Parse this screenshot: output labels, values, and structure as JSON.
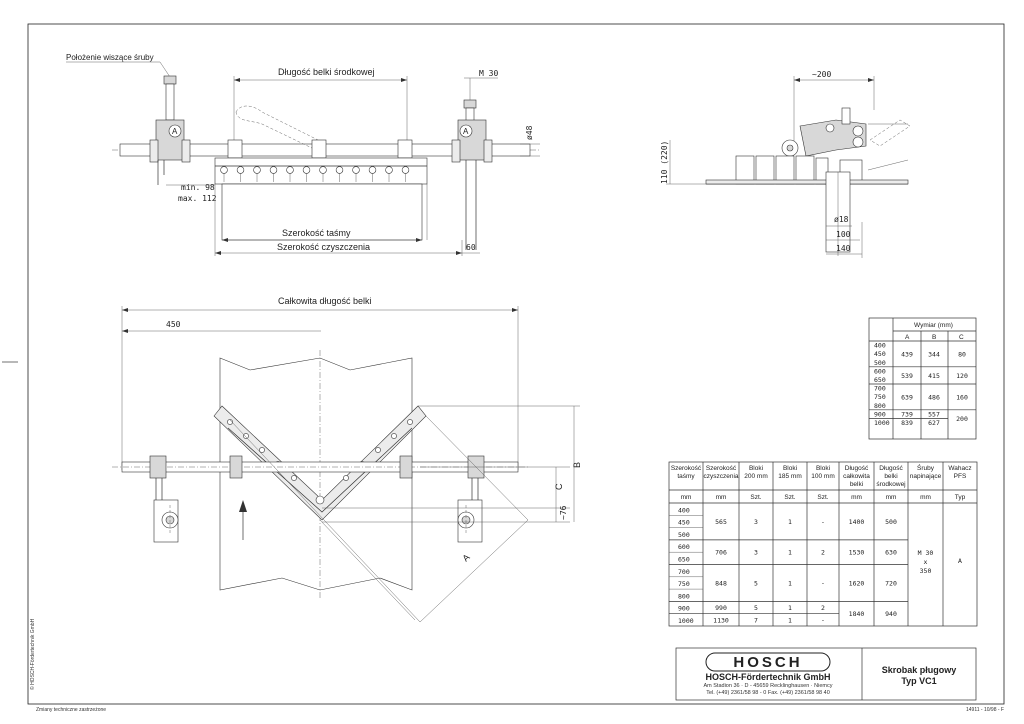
{
  "top_view": {
    "screw_position_label": "Położenie wiszące śruby",
    "center_beam_length_label": "Długość belki środkowej",
    "m30_label": "M 30",
    "diameter48_label": "ø48",
    "min_label": "min. 98",
    "max_label": "max. 112",
    "belt_width_label": "Szerokość taśmy",
    "cleaning_width_label": "Szerokość czyszczenia",
    "dim60_label": "60",
    "marker_a": "A"
  },
  "side_view": {
    "approx200_label": "~200",
    "height_label": "110 (220)",
    "diameter18_label": "ø18",
    "dim100_label": "100",
    "dim140_label": "140"
  },
  "plan_view": {
    "total_beam_length_label": "Całkowita długość belki",
    "dim450_label": "450",
    "label_a": "A",
    "label_b": "B",
    "label_c": "C",
    "dim76_label": "~76"
  },
  "dim_table": {
    "header": "Wymiar (mm)",
    "cols": [
      "A",
      "B",
      "C"
    ],
    "rows": [
      {
        "widths": [
          "400",
          "450",
          "500"
        ],
        "a": "439",
        "b": "344",
        "c": "80"
      },
      {
        "widths": [
          "600",
          "650"
        ],
        "a": "539",
        "b": "415",
        "c": "120"
      },
      {
        "widths": [
          "700",
          "750",
          "800"
        ],
        "a": "639",
        "b": "486",
        "c": "160"
      },
      {
        "widths": [
          "900"
        ],
        "a": "739",
        "b": "557",
        "c": "200"
      },
      {
        "widths": [
          "1000"
        ],
        "a": "839",
        "b": "627",
        "c": ""
      }
    ]
  },
  "main_table": {
    "headers": [
      [
        "Szerokość",
        "taśmy"
      ],
      [
        "Szerokość",
        "czyszczenia"
      ],
      [
        "Bloki",
        "200 mm"
      ],
      [
        "Bloki",
        "185 mm"
      ],
      [
        "Bloki",
        "100 mm"
      ],
      [
        "Długość",
        "całkowita",
        "belki"
      ],
      [
        "Długość",
        "belki",
        "środkowej"
      ],
      [
        "Śruby",
        "napinające"
      ],
      [
        "Wahacz",
        "PFS"
      ]
    ],
    "units": [
      "mm",
      "mm",
      "Szt.",
      "Szt.",
      "Szt.",
      "mm",
      "mm",
      "mm",
      "Typ"
    ],
    "belt_widths": [
      "400",
      "450",
      "500",
      "600",
      "650",
      "700",
      "750",
      "800",
      "900",
      "1000"
    ],
    "groups": [
      {
        "cleaning": "565",
        "b200": "3",
        "b185": "1",
        "b100": "-",
        "total": "1400",
        "center": "500"
      },
      {
        "cleaning": "706",
        "b200": "3",
        "b185": "1",
        "b100": "2",
        "total": "1530",
        "center": "630"
      },
      {
        "cleaning": "848",
        "b200": "5",
        "b185": "1",
        "b100": "-",
        "total": "1620",
        "center": "720"
      },
      {
        "cleaning": "990",
        "b200": "5",
        "b185": "1",
        "b100": "2",
        "total": "1840",
        "center": "940"
      },
      {
        "cleaning": "1130",
        "b200": "7",
        "b185": "1",
        "b100": "-",
        "total": "",
        "center": ""
      }
    ],
    "screws": [
      "M 30",
      "x",
      "350"
    ],
    "pfs": "A"
  },
  "title_block": {
    "logo_text": "HOSCH",
    "company": "HOSCH-Fördertechnik GmbH",
    "address": "Am Stadion 36 · D - 45659 Recklinghausen · Niemcy",
    "phone": "Tel. (+49) 2361/58 98 - 0 Fax. (+49) 2361/58 98 40",
    "product_title": "Skrobak pługowy",
    "product_type": "Typ VC1"
  },
  "footer": {
    "changes_note": "Zmiany techniczne zastrzeżone",
    "doc_number": "14911 - 10/98 - F",
    "side_note": "© HOSCH-Fördertechnik GmbH"
  }
}
